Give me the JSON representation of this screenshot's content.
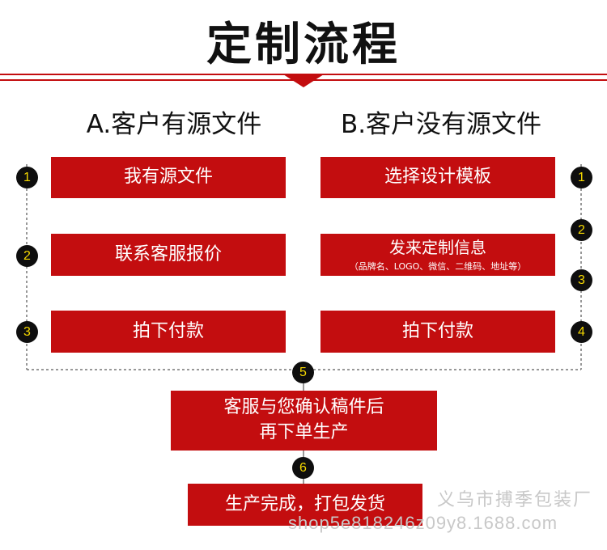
{
  "title": "定制流程",
  "col_a": {
    "heading": "A.客户有源文件",
    "steps": [
      {
        "num": "1",
        "label": "我有源文件"
      },
      {
        "num": "2",
        "label": "联系客服报价"
      },
      {
        "num": "3",
        "label": "拍下付款"
      }
    ]
  },
  "col_b": {
    "heading": "B.客户没有源文件",
    "steps": [
      {
        "num": "1",
        "label": "选择设计模板"
      },
      {
        "num": "2",
        "label": "发来定制信息",
        "sub": "（品牌名、LOGO、微信、二维码、地址等）"
      },
      {
        "num": "3",
        "label": ""
      },
      {
        "num": "4",
        "label": "拍下付款"
      }
    ]
  },
  "merge": {
    "step5": {
      "num": "5",
      "line1": "客服与您确认稿件后",
      "line2": "再下单生产"
    },
    "step6": {
      "num": "6",
      "label": "生产完成，打包发货"
    }
  },
  "watermark": {
    "cn": "义乌市搏季包装厂",
    "en": "shop5e818246z09y8.1688.com"
  },
  "colors": {
    "accent": "#c30d0f",
    "badge_bg": "#0e0e0e",
    "badge_text": "#f5d800"
  }
}
